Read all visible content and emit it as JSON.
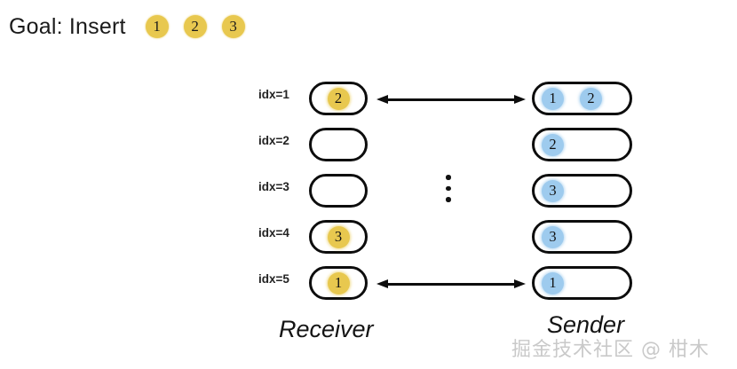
{
  "goal": {
    "title": "Goal: Insert",
    "chips": [
      "1",
      "2",
      "3"
    ]
  },
  "colors": {
    "gold": "#e8c84f",
    "blue": "#9ecbee",
    "stroke": "#0d0d0d",
    "watermark": "#c9c9c9"
  },
  "columns": {
    "receiver_caption": "Receiver",
    "sender_caption": "Sender"
  },
  "rows": [
    {
      "idx_label": "idx=1",
      "receiver_balls": [
        "2"
      ],
      "sender_balls": [
        "1",
        "2"
      ],
      "arrow": true
    },
    {
      "idx_label": "idx=2",
      "receiver_balls": [],
      "sender_balls": [
        "2"
      ],
      "arrow": false
    },
    {
      "idx_label": "idx=3",
      "receiver_balls": [],
      "sender_balls": [
        "3"
      ],
      "arrow": false
    },
    {
      "idx_label": "idx=4",
      "receiver_balls": [
        "3"
      ],
      "sender_balls": [
        "3"
      ],
      "arrow": false
    },
    {
      "idx_label": "idx=5",
      "receiver_balls": [
        "1"
      ],
      "sender_balls": [
        "1"
      ],
      "arrow": true
    }
  ],
  "ellipsis": "vertical-ellipsis",
  "watermark": "掘金技术社区 @ 柑木"
}
